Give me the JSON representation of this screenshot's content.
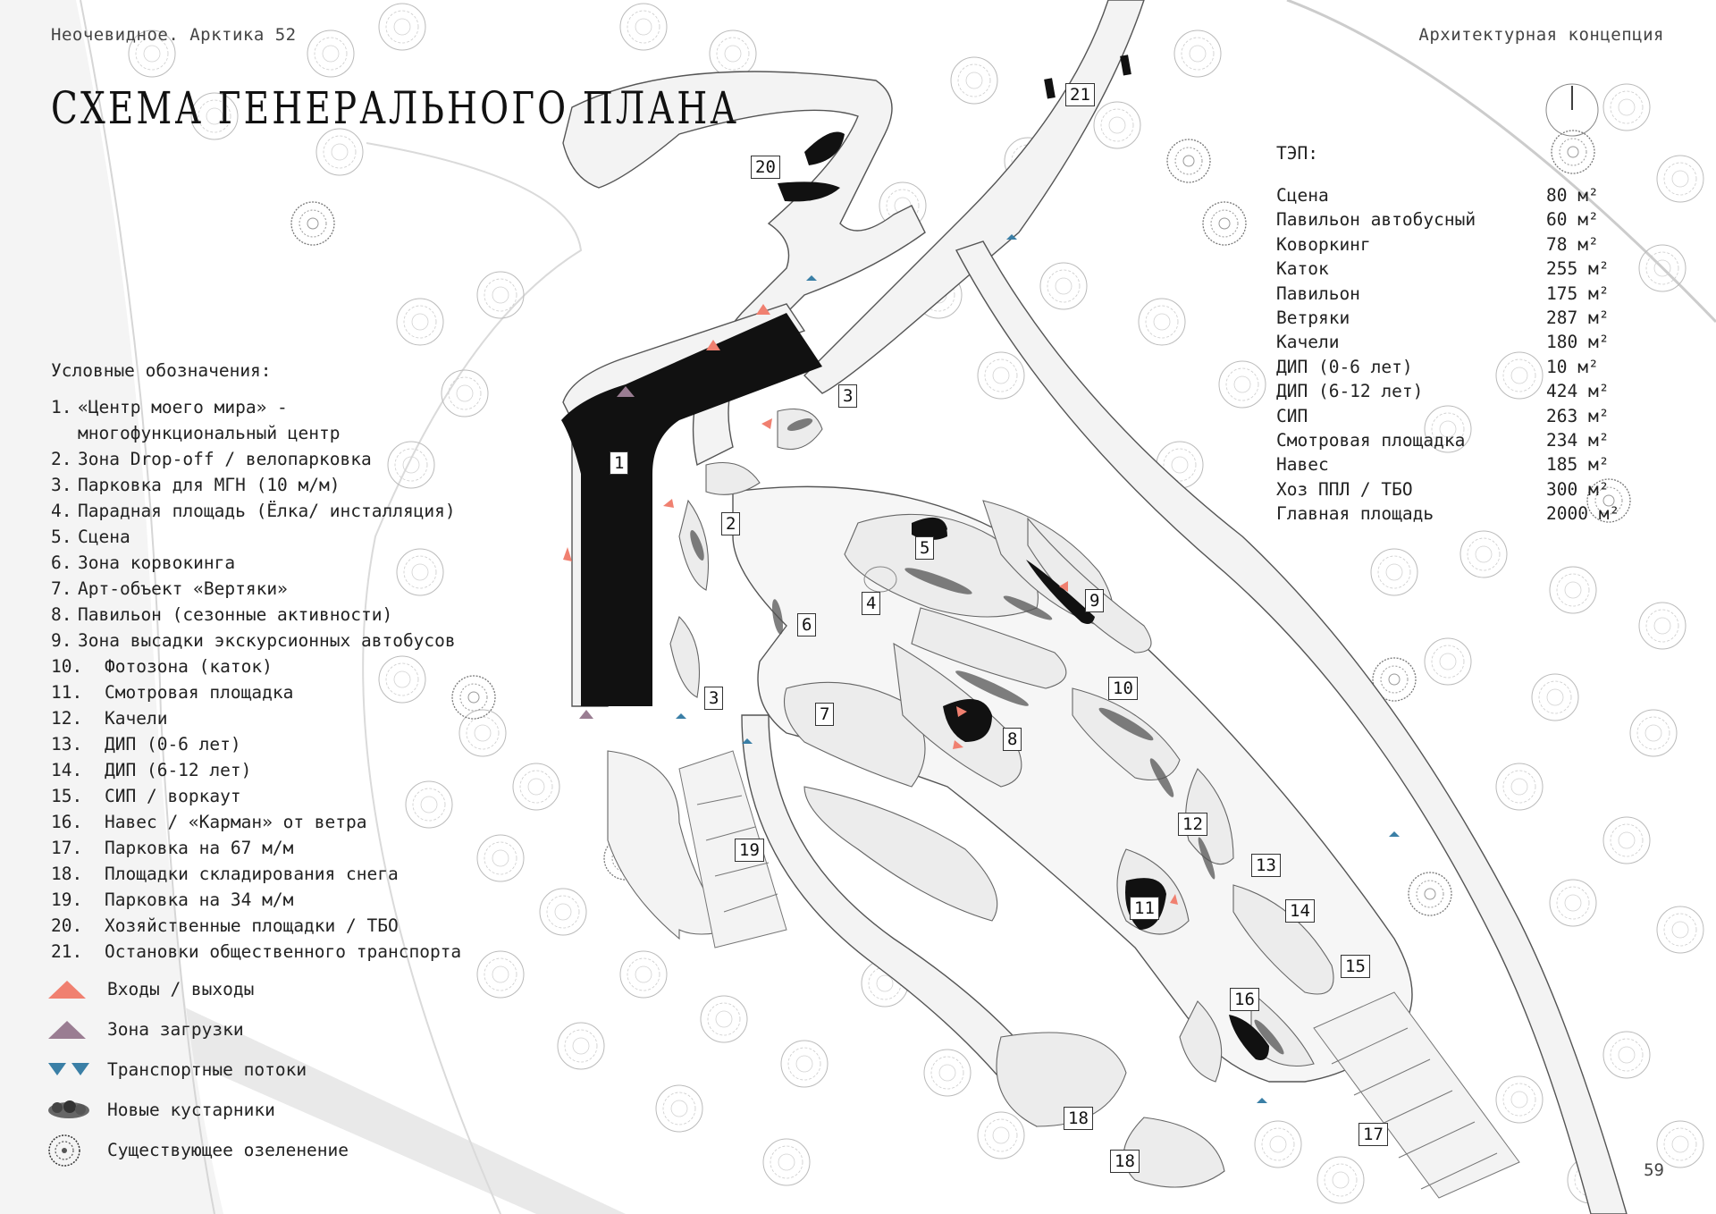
{
  "header": {
    "left": "Неочевидное. Арктика 52",
    "right": "Архитектурная концепция"
  },
  "title": "СХЕМА ГЕНЕРАЛЬНОГО ПЛАНА",
  "page_number": "59",
  "legend": {
    "heading": "Условные обозначения:",
    "items": [
      {
        "num": "1.",
        "text": "«Центр моего мира» -"
      },
      {
        "num": "",
        "text": "многофункциональный центр"
      },
      {
        "num": "2.",
        "text": "Зона Drop-off / велопарковка"
      },
      {
        "num": "3.",
        "text": "Парковка для МГН (10 м/м)"
      },
      {
        "num": "4.",
        "text": "Парадная площадь (Ёлка/ инсталляция)"
      },
      {
        "num": "5.",
        "text": "Сцена"
      },
      {
        "num": "6.",
        "text": "Зона корвокинга"
      },
      {
        "num": "7.",
        "text": "Арт-объект «Вертяки»"
      },
      {
        "num": "8.",
        "text": "Павильон (сезонные активности)"
      },
      {
        "num": "9.",
        "text": "Зона высадки экскурсионных автобусов"
      },
      {
        "num": "10.",
        "text": "Фотозона (каток)"
      },
      {
        "num": "11.",
        "text": "Смотровая площадка"
      },
      {
        "num": "12.",
        "text": "Качели"
      },
      {
        "num": "13.",
        "text": "ДИП (0-6 лет)"
      },
      {
        "num": "14.",
        "text": "ДИП (6-12 лет)"
      },
      {
        "num": "15.",
        "text": "СИП / воркаут"
      },
      {
        "num": "16.",
        "text": "Навес / «Карман» от ветра"
      },
      {
        "num": "17.",
        "text": "Парковка на 67 м/м"
      },
      {
        "num": "18.",
        "text": "Площадки складирования снега"
      },
      {
        "num": "19.",
        "text": "Парковка на 34 м/м"
      },
      {
        "num": "20.",
        "text": "Хозяйственные площадки / ТБО"
      },
      {
        "num": "21.",
        "text": "Остановки общественного транспорта"
      }
    ]
  },
  "symbols": [
    {
      "icon": "entrance-triangle-icon",
      "label": "Входы / выходы",
      "color": "#f08070"
    },
    {
      "icon": "loading-triangle-icon",
      "label": "Зона загрузки",
      "color": "#9a7d92"
    },
    {
      "icon": "transport-flow-icon",
      "label": "Транспортные потоки",
      "color": "#3a7fa6"
    },
    {
      "icon": "new-shrubs-icon",
      "label": "Новые кустарники"
    },
    {
      "icon": "existing-trees-icon",
      "label": "Существующее озеленение"
    }
  ],
  "tep": {
    "heading": "ТЭП:",
    "rows": [
      {
        "name": "Сцена",
        "value": "80 м²"
      },
      {
        "name": "Павильон автобусный",
        "value": "60 м²"
      },
      {
        "name": "Коворкинг",
        "value": "78 м²"
      },
      {
        "name": "Каток",
        "value": "255 м²"
      },
      {
        "name": "Павильон",
        "value": "175 м²"
      },
      {
        "name": "Ветряки",
        "value": "287 м²"
      },
      {
        "name": "Качели",
        "value": "180 м²"
      },
      {
        "name": "ДИП (0-6 лет)",
        "value": "10 м²"
      },
      {
        "name": "ДИП (6-12 лет)",
        "value": "424 м²"
      },
      {
        "name": "СИП",
        "value": "263 м²"
      },
      {
        "name": "Смотровая площадка",
        "value": "234 м²"
      },
      {
        "name": "Навес",
        "value": "185 м²"
      },
      {
        "name": "Хоз ППЛ / ТБО",
        "value": "300 м²"
      },
      {
        "name": "Главная площадь",
        "value": "2000 м²"
      }
    ]
  },
  "map_labels": {
    "z1": "1",
    "z2": "2",
    "z3a": "3",
    "z3b": "3",
    "z4": "4",
    "z5": "5",
    "z6": "6",
    "z7": "7",
    "z8": "8",
    "z9": "9",
    "z10": "10",
    "z11": "11",
    "z12": "12",
    "z13": "13",
    "z14": "14",
    "z15": "15",
    "z16": "16",
    "z17": "17",
    "z18a": "18",
    "z18b": "18",
    "z19": "19",
    "z20": "20",
    "z21": "21"
  },
  "colors": {
    "building": "#111111",
    "path": "#f1f1f1",
    "entrance": "#f08070",
    "loading": "#9a7d92",
    "transport": "#3a7fa6",
    "zone_fill": "#ebebeb"
  }
}
